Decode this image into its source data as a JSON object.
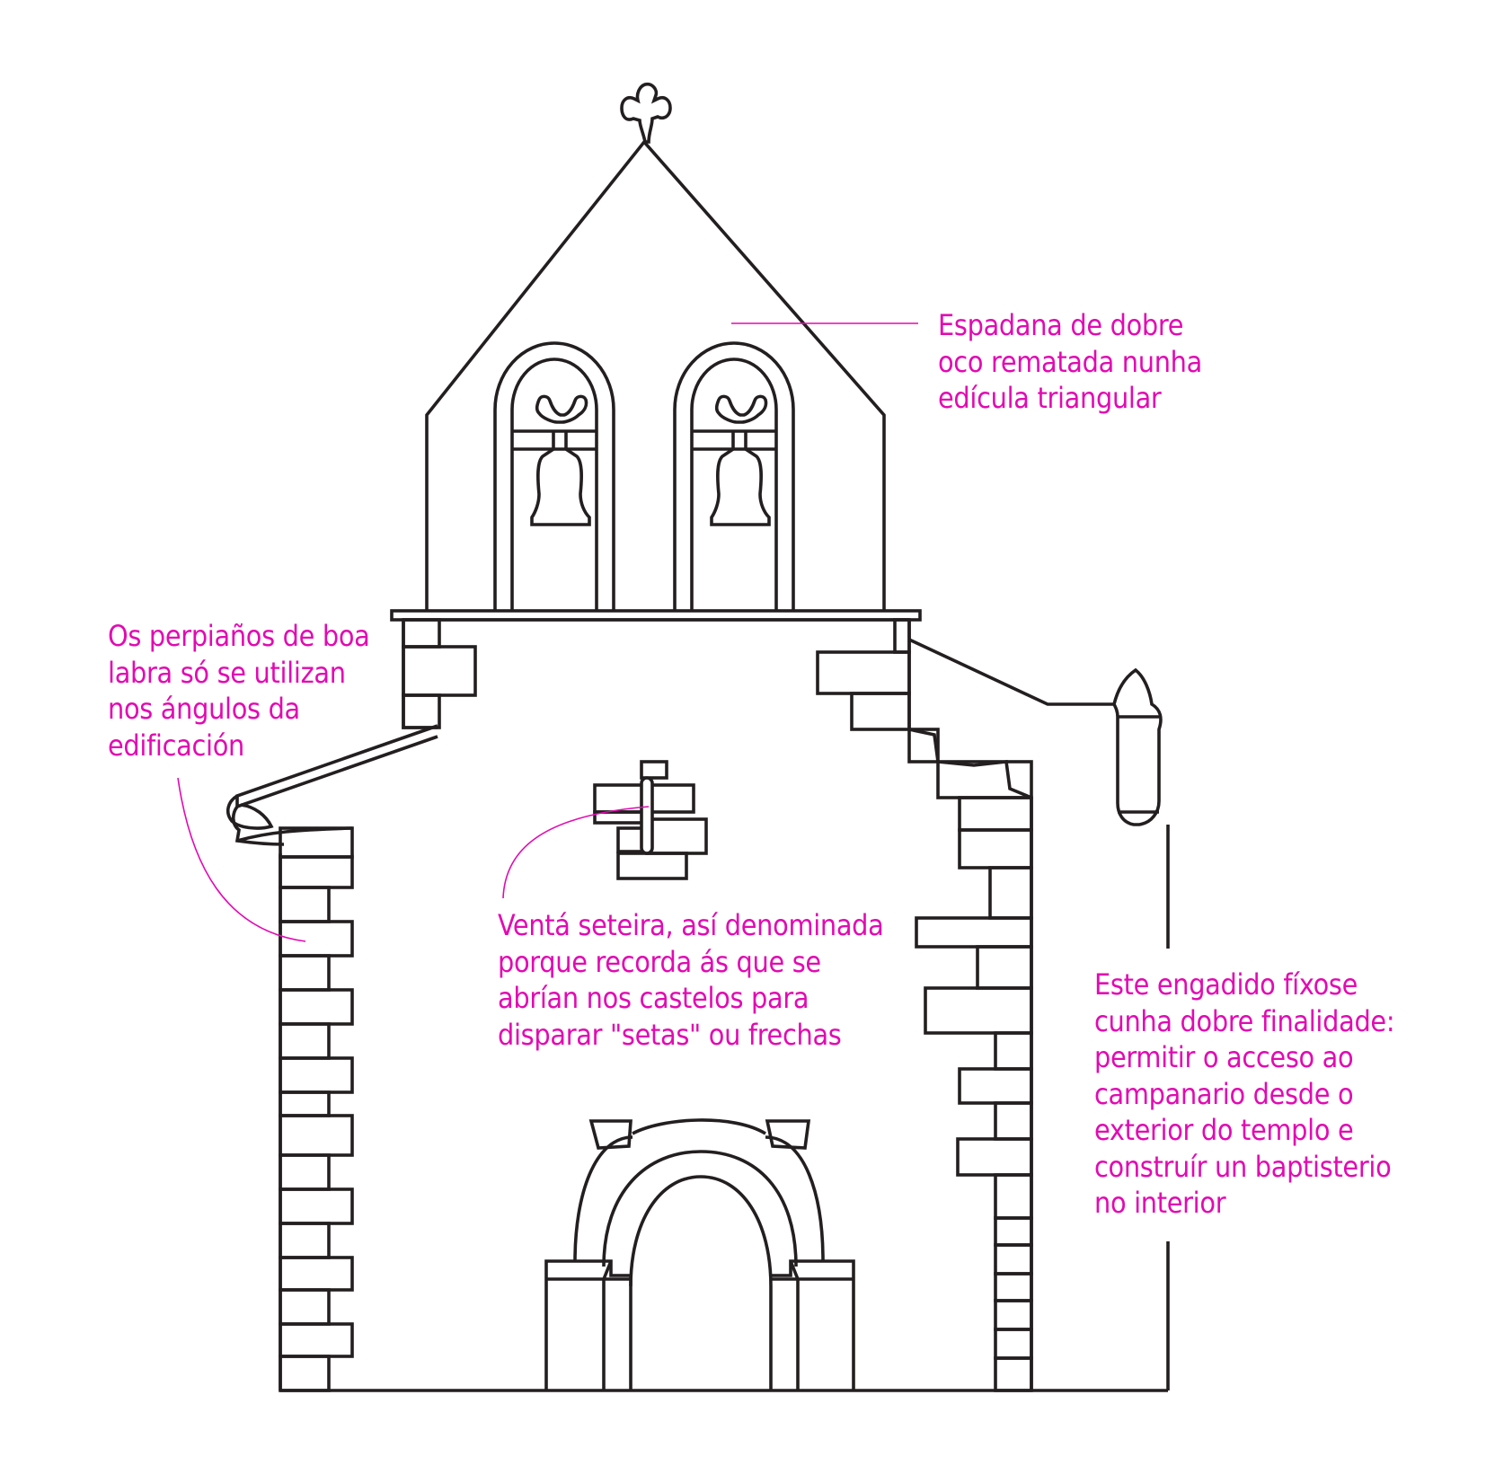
{
  "colors": {
    "line": "#231f20",
    "annotation": "#e20ab2",
    "background": "#ffffff"
  },
  "annotations": {
    "espadana": "Espadana de dobre\noco rematada nunha\nedícula triangular",
    "perpianos": "Os perpiaños de boa\nlabra só se utilizan\nnos ángulos da\nedificación",
    "venta": "Ventá seteira, así denominada\nporque recorda ás que se\nabrían nos castelos para\ndisparar \"setas\" ou frechas",
    "engadido": "Este engadido fíxose\ncunha dobre finalidade:\npermitir o acceso ao\ncampanario desde o\nexterior do templo e\nconstruír un baptisterio\nno interior"
  },
  "icons": [
    "cross-icon",
    "bell-icon"
  ]
}
